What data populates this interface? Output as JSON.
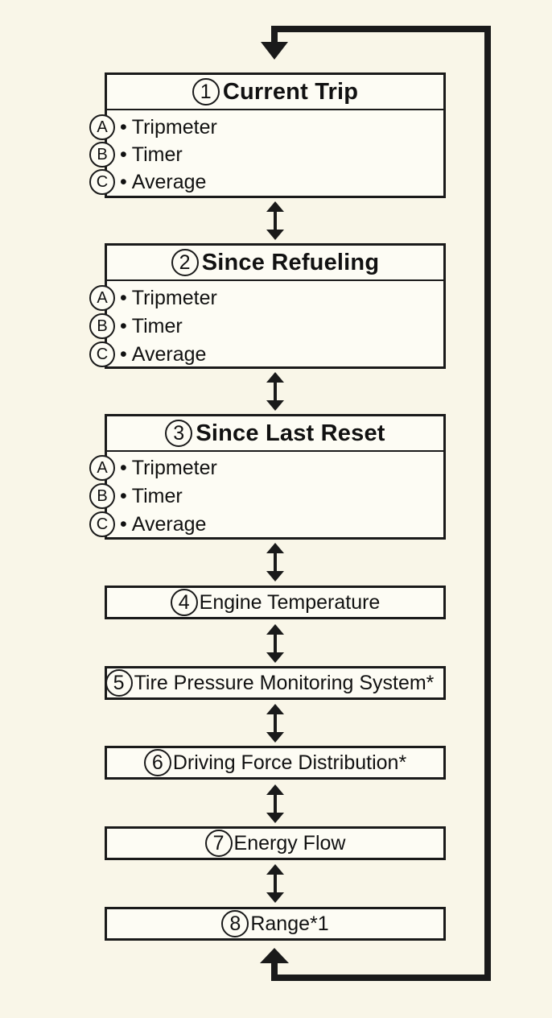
{
  "diagram": {
    "sections": [
      {
        "num": "1",
        "title": "Current Trip",
        "items": [
          {
            "letter": "A",
            "label": "Tripmeter"
          },
          {
            "letter": "B",
            "label": "Timer"
          },
          {
            "letter": "C",
            "label": "Average"
          }
        ]
      },
      {
        "num": "2",
        "title": "Since Refueling",
        "items": [
          {
            "letter": "A",
            "label": "Tripmeter"
          },
          {
            "letter": "B",
            "label": "Timer"
          },
          {
            "letter": "C",
            "label": "Average"
          }
        ]
      },
      {
        "num": "3",
        "title": "Since Last Reset",
        "items": [
          {
            "letter": "A",
            "label": "Tripmeter"
          },
          {
            "letter": "B",
            "label": "Timer"
          },
          {
            "letter": "C",
            "label": "Average"
          }
        ]
      }
    ],
    "bullet": "•",
    "simple": [
      {
        "num": "4",
        "label": "Engine Temperature"
      },
      {
        "num": "5",
        "label": "Tire Pressure Monitoring System*"
      },
      {
        "num": "6",
        "label": "Driving Force Distribution*"
      },
      {
        "num": "7",
        "label": "Energy Flow"
      },
      {
        "num": "8",
        "label": "Range*1"
      }
    ]
  },
  "colors": {
    "background": "#f9f6e8",
    "line": "#1a1a1a"
  }
}
